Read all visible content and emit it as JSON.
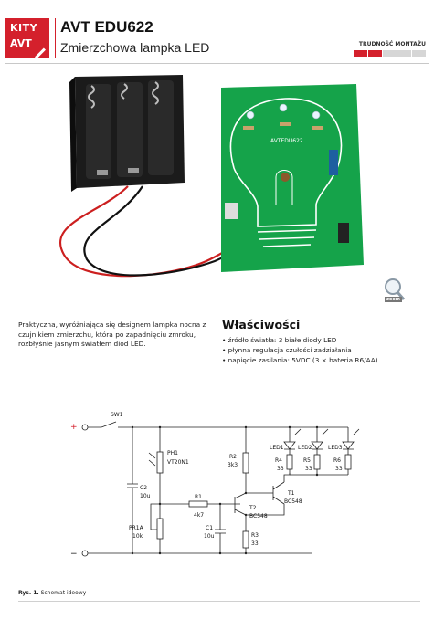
{
  "logo": {
    "line1": "KITY",
    "line2": "AVT"
  },
  "header": {
    "title": "AVT EDU622",
    "subtitle": "Zmierzchowa lampka LED"
  },
  "difficulty": {
    "label": "TRUDNOŚĆ MONTAŻU",
    "level": 2,
    "max": 5
  },
  "photo": {
    "pcb_label": "AVTEDU622",
    "zoom_label": "zoom",
    "colors": {
      "pcb": "#15a34a",
      "battery": "#1a1a1a",
      "wire_red": "#cc1f1f",
      "wire_black": "#111111"
    }
  },
  "description": "Praktyczna, wyróżniająca się designem lampka nocna z czujnikiem zmierzchu, która po zapadnięciu zmroku, rozbłyśnie jasnym światłem diod LED.",
  "properties": {
    "title": "Właściwości",
    "items": [
      "źródło światła: 3 białe diody LED",
      "płynna regulacja czułości zadziałania",
      "napięcie zasilania:  5VDC (3 × bateria R6/AA)"
    ]
  },
  "schematic": {
    "plus": "+",
    "minus": "−",
    "sw1": "SW1",
    "ph1": "PH1",
    "ph1_type": "VT20N1",
    "c2": "C2",
    "c2_val": "10u",
    "pr1a": "PR1A",
    "pr1_val": "10k",
    "r1": "R1",
    "r1_val": "4k7",
    "c1": "C1",
    "c1_val": "10u",
    "r2": "R2",
    "r2_val": "3k3",
    "t2": "T2",
    "t2_type": "BC548",
    "t1": "T1",
    "t1_type": "BC548",
    "r3": "R3",
    "r3_val": "33",
    "led1": "LED1",
    "led2": "LED2",
    "led3": "LED3",
    "r4": "R4",
    "r4_val": "33",
    "r5": "R5",
    "r5_val": "33",
    "r6": "R6",
    "r6_val": "33"
  },
  "caption": {
    "label": "Rys. 1.",
    "text": "Schemat ideowy"
  }
}
